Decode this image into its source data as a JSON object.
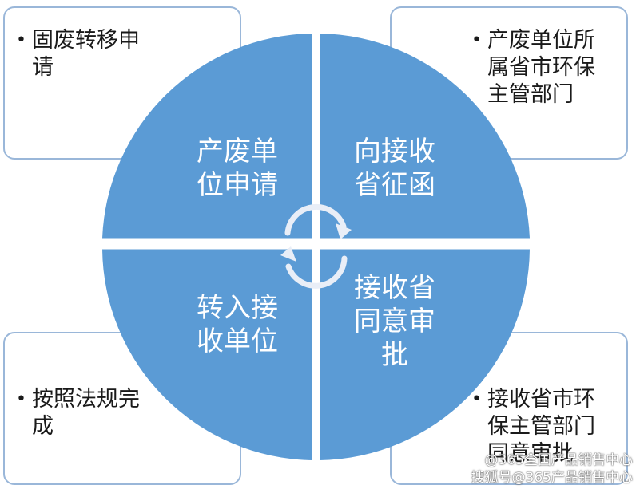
{
  "corners": {
    "top_left": "固废转移申\n请",
    "top_right": "产废单位所\n属省市环保\n主管部门",
    "bottom_left": "按照法规完\n成",
    "bottom_right": "接收省市环\n保主管部门\n同意审批"
  },
  "quadrants": {
    "top_left": "产废单\n位申请",
    "top_right": "向接收\n省征函",
    "bottom_left": "转入接\n收单位",
    "bottom_right": "接收省\n同意审\n批"
  },
  "bullet": "•",
  "watermark": {
    "line1": "@365全国产品销售中心",
    "line2": "搜狐号@365产品销售中心"
  },
  "colors": {
    "quadrant_fill": "#5b9bd5",
    "box_border": "#9ab7d9",
    "arrow": "#e9eef7"
  }
}
